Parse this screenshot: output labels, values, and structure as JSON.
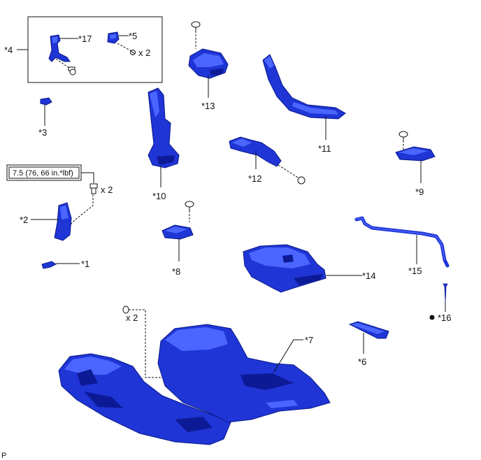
{
  "diagram": {
    "callouts": {
      "c1": "*1",
      "c2": "*2",
      "c3": "*3",
      "c4": "*4",
      "c5": "*5",
      "c6": "*6",
      "c7": "*7",
      "c8": "*8",
      "c9": "*9",
      "c10": "*10",
      "c11": "*11",
      "c12": "*12",
      "c13": "*13",
      "c14": "*14",
      "c15": "*15",
      "c16": "*16",
      "c17": "*17"
    },
    "qty_label": "x 2",
    "torque_spec": "7.5 (76, 66 in.*lbf)",
    "corner_mark": "P"
  },
  "colors": {
    "part_fill": "#1f35d6",
    "part_dark": "#0d1a96",
    "part_light": "#4a66ff",
    "line": "#111111"
  }
}
